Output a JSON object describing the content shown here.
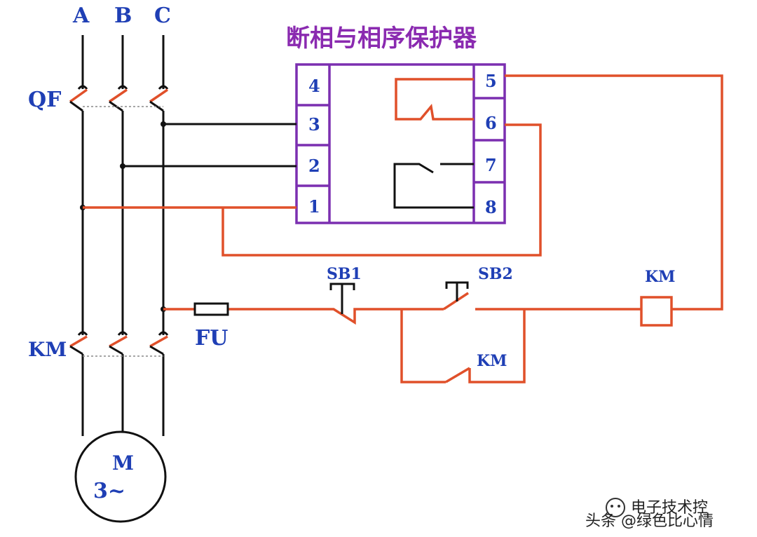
{
  "phases": [
    "A",
    "B",
    "C"
  ],
  "labels": {
    "breaker": "QF",
    "contactor_main": "KM",
    "fuse": "FU",
    "stop_button": "SB1",
    "start_button": "SB2",
    "coil": "KM",
    "holding_contact": "KM",
    "motor_top": "M",
    "motor_bottom": "3~"
  },
  "protector": {
    "title": "断相与相序保护器",
    "left_terminals": [
      "4",
      "3",
      "2",
      "1"
    ],
    "right_terminals": [
      "5",
      "6",
      "7",
      "8"
    ]
  },
  "watermark": {
    "line1": "电子技术控",
    "line2": "头条 @绿色比心情"
  },
  "colors": {
    "control_wire": "#e0502a",
    "power_wire": "#111111",
    "box": "#7b2fb0",
    "label": "#1f3fb5",
    "title": "#8a2ab0"
  }
}
